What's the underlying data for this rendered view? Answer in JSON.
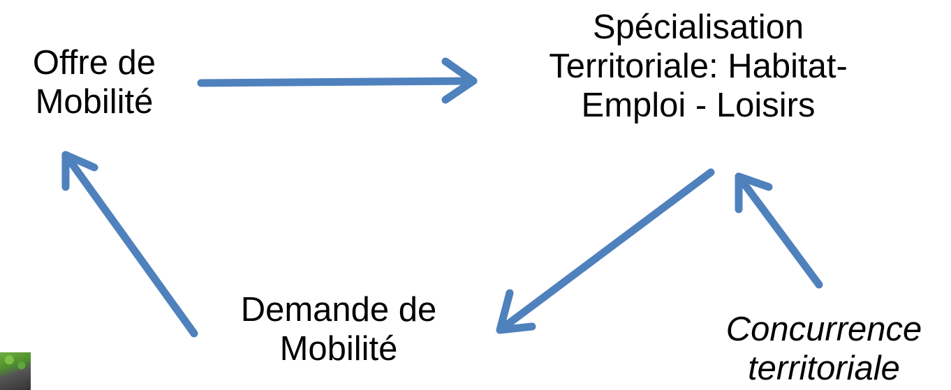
{
  "nodes": {
    "offre": [
      "Offre de",
      "Mobilité"
    ],
    "specialisation": [
      "Spécialisation",
      "Territoriale: Habitat-",
      "Emploi - Loisirs"
    ],
    "demande": [
      "Demande de",
      "Mobilité"
    ],
    "concurrence": [
      "Concurrence",
      "territoriale"
    ]
  },
  "edges": [
    {
      "from": "offre",
      "to": "specialisation"
    },
    {
      "from": "specialisation",
      "to": "demande"
    },
    {
      "from": "demande",
      "to": "offre"
    },
    {
      "from": "concurrence",
      "to": "specialisation"
    }
  ],
  "colors": {
    "arrow": "#4f81bd",
    "text": "#000000"
  }
}
